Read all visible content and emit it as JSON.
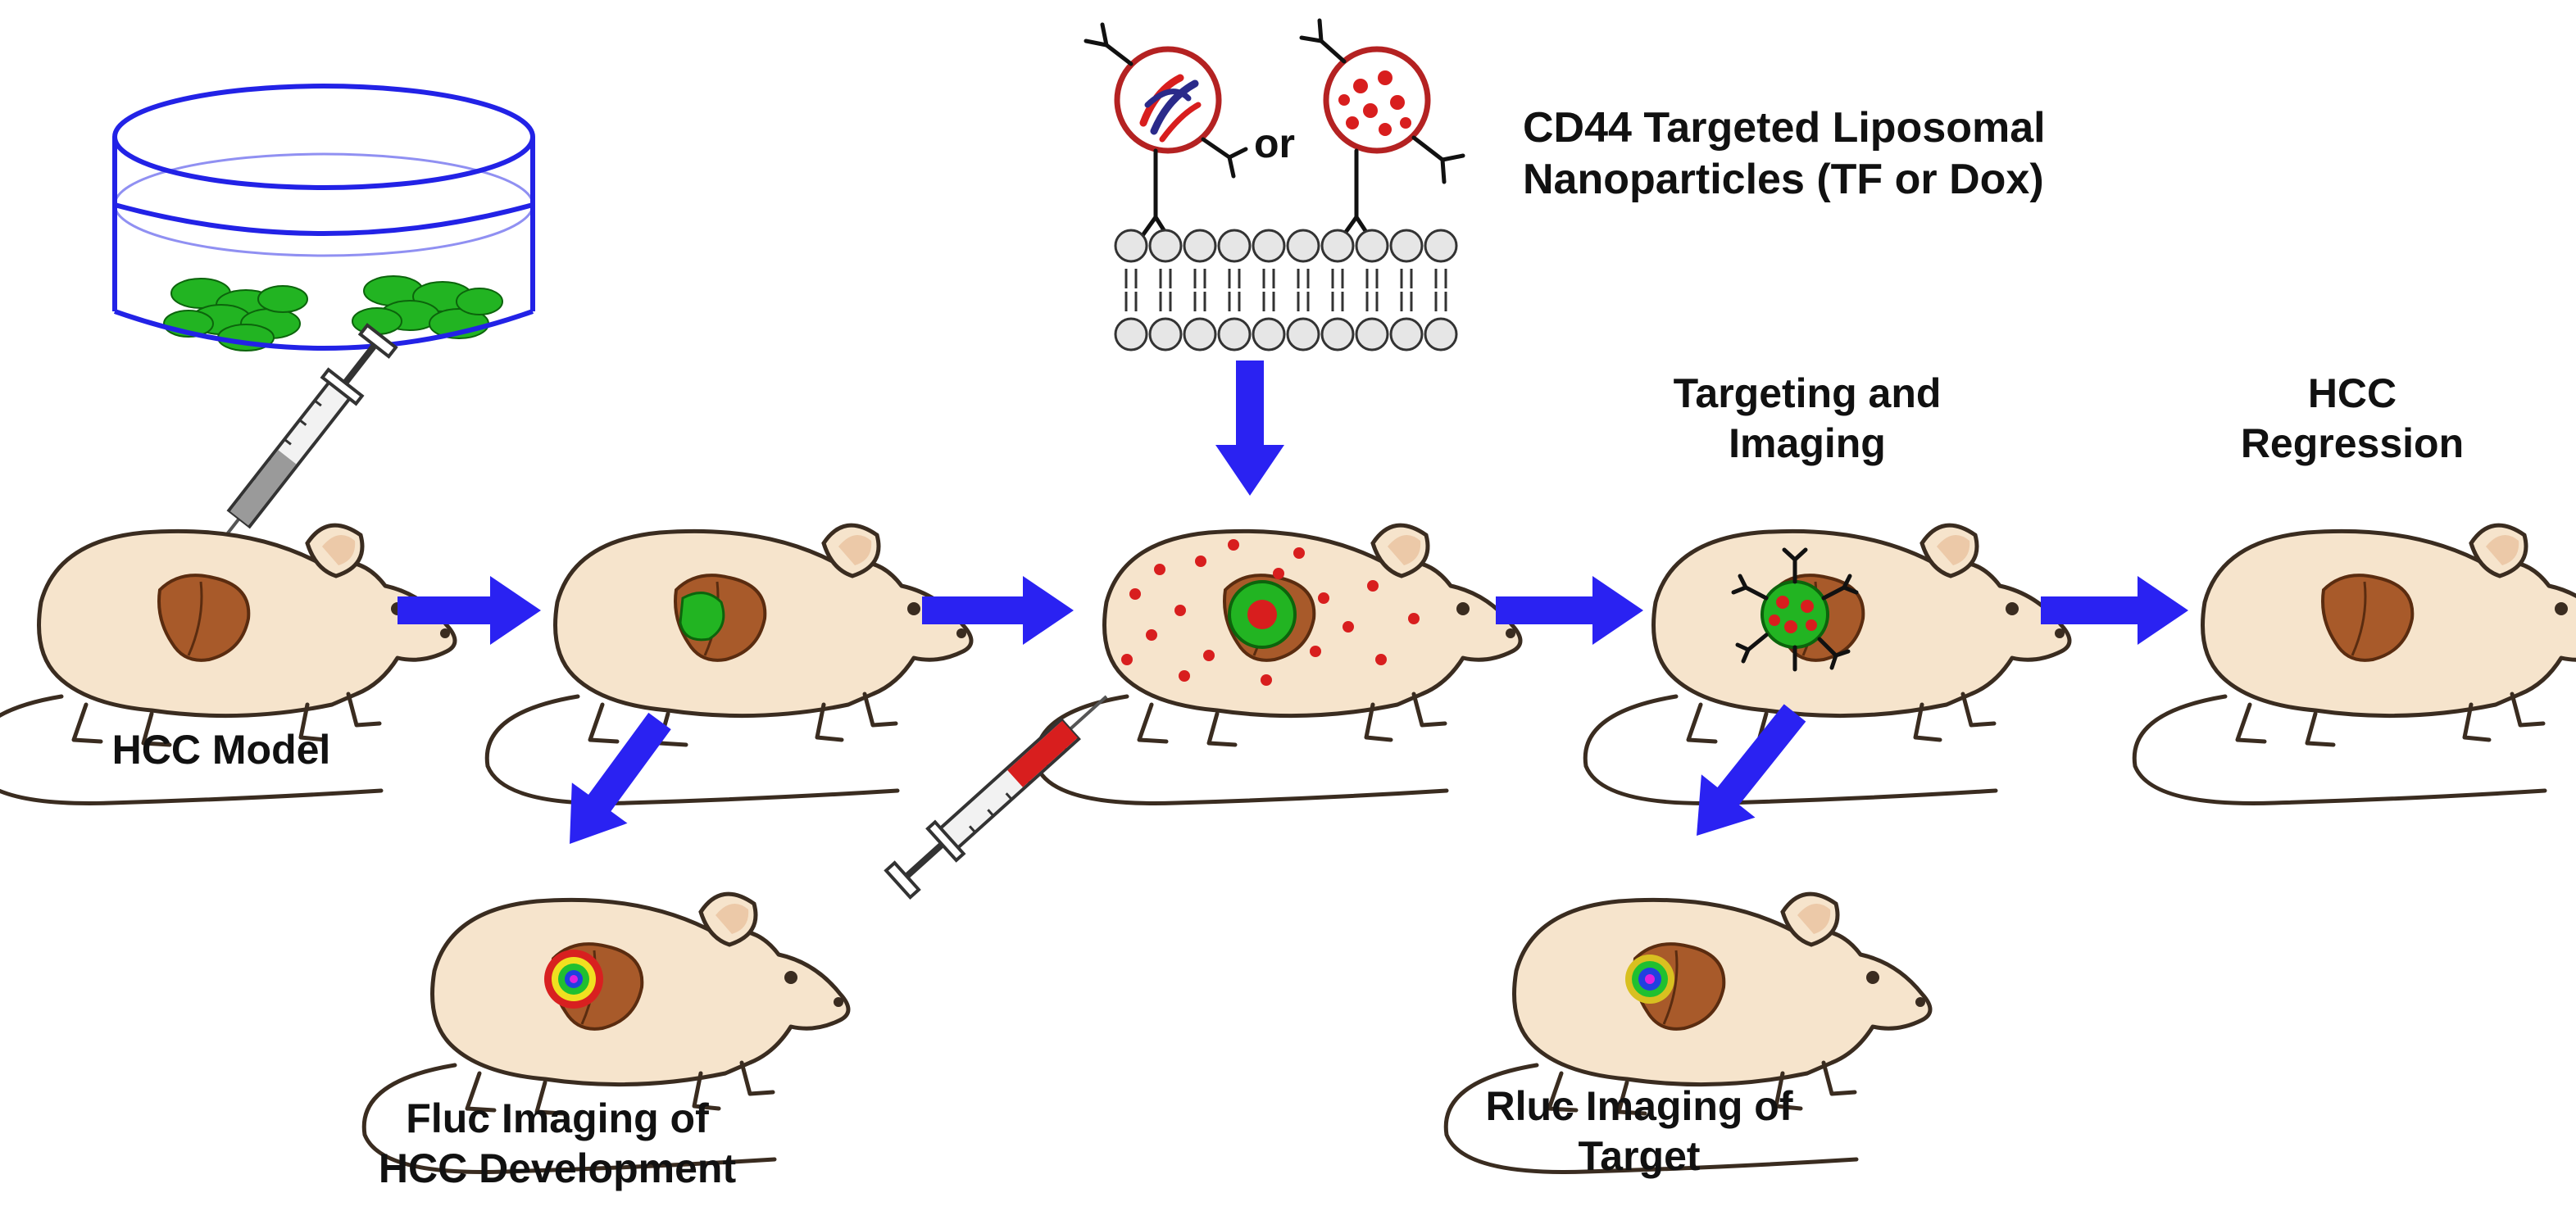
{
  "colors": {
    "arrow": "#2a22f2",
    "mouse_fill": "#f6e4cc",
    "mouse_stroke": "#3a2c20",
    "liver": "#a85a2a",
    "tumor": "#22b422",
    "dish": "#2222e6",
    "liposome_ring": "#b42222",
    "payload": "#d81e1e"
  },
  "connector": {
    "word": "or"
  },
  "labels": {
    "nanoparticles": [
      "CD44 Targeted Liposomal",
      "Nanoparticles (TF or Dox)"
    ],
    "hcc_model": [
      "HCC Model"
    ],
    "targeting_imaging": [
      "Targeting and",
      "Imaging"
    ],
    "hcc_regression": [
      "HCC",
      "Regression"
    ],
    "fluc_imaging": [
      "Fluc Imaging of",
      "HCC Development"
    ],
    "rluc_imaging": [
      "Rluc Imaging of",
      "Target"
    ]
  },
  "icons": [
    "culture-dish-icon",
    "syringe-icon",
    "liposome-icon",
    "lipid-bilayer-icon",
    "mouse-icon",
    "liver-icon",
    "tumor-icon",
    "bioluminescence-icon",
    "arrow-icon"
  ]
}
